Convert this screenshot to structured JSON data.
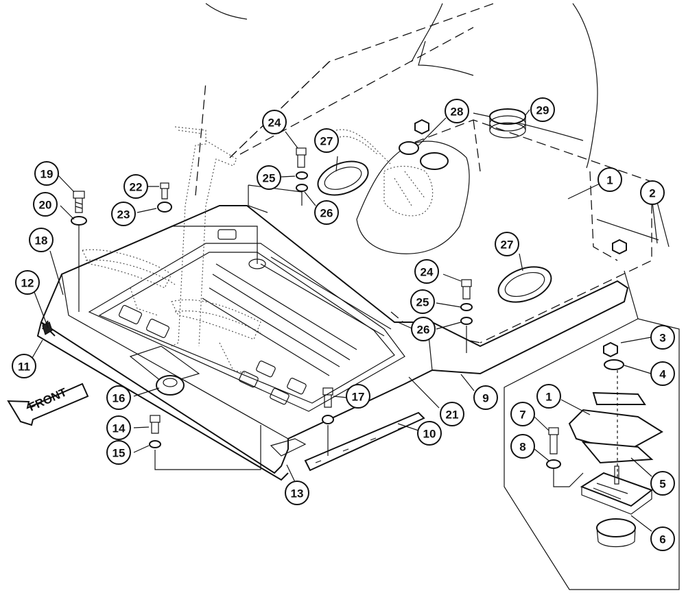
{
  "front_arrow_label": "FRONT",
  "callouts": [
    {
      "label": "1"
    },
    {
      "label": "2"
    },
    {
      "label": "3"
    },
    {
      "label": "4"
    },
    {
      "label": "1"
    },
    {
      "label": "7"
    },
    {
      "label": "8"
    },
    {
      "label": "5"
    },
    {
      "label": "6"
    },
    {
      "label": "9"
    },
    {
      "label": "10"
    },
    {
      "label": "11"
    },
    {
      "label": "12"
    },
    {
      "label": "13"
    },
    {
      "label": "14"
    },
    {
      "label": "15"
    },
    {
      "label": "16"
    },
    {
      "label": "17"
    },
    {
      "label": "18"
    },
    {
      "label": "19"
    },
    {
      "label": "20"
    },
    {
      "label": "21"
    },
    {
      "label": "22"
    },
    {
      "label": "23"
    },
    {
      "label": "24"
    },
    {
      "label": "25"
    },
    {
      "label": "26"
    },
    {
      "label": "24"
    },
    {
      "label": "25"
    },
    {
      "label": "26"
    },
    {
      "label": "27"
    },
    {
      "label": "27"
    },
    {
      "label": "28"
    },
    {
      "label": "29"
    }
  ]
}
